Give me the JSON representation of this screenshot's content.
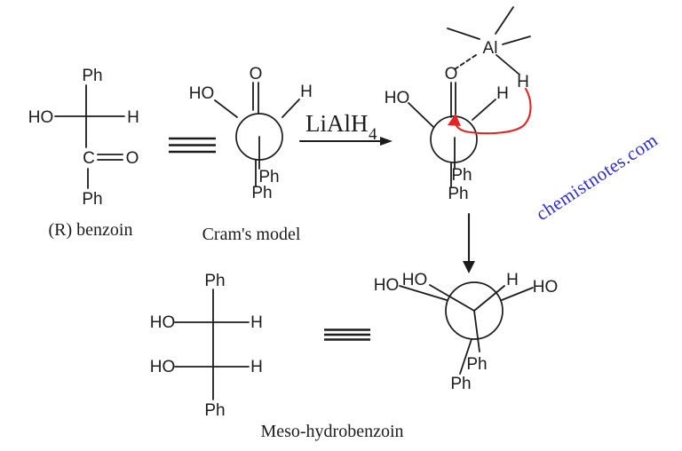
{
  "colors": {
    "ink": "#1c1c1c",
    "red_arrow": "#e32424",
    "watermark": "#2b2bd8",
    "background": "#ffffff"
  },
  "benzoin": {
    "ph_top": "Ph",
    "ho": "HO",
    "h": "H",
    "c": "C",
    "o": "O",
    "ph_bottom": "Ph",
    "caption": "(R) benzoin"
  },
  "cram": {
    "o": "O",
    "ho": "HO",
    "h": "H",
    "ph_front": "Ph",
    "ph_back": "Ph",
    "caption": "Cram's model"
  },
  "reagent": {
    "formula": "LiAlH",
    "subscript": "4"
  },
  "complex": {
    "al": "Al",
    "o": "O",
    "ho": "HO",
    "h_front": "H",
    "h_hydride": "H",
    "ph_front": "Ph",
    "ph_back": "Ph"
  },
  "product": {
    "ho_back_left": "HO",
    "ho_front": "HO",
    "h_front": "H",
    "ho_back_right": "HO",
    "ph_front": "Ph",
    "ph_back": "Ph"
  },
  "meso": {
    "ph_top": "Ph",
    "ho_upper": "HO",
    "h_upper": "H",
    "ho_lower": "HO",
    "h_lower": "H",
    "ph_bottom": "Ph",
    "caption": "Meso-hydrobenzoin"
  },
  "watermark": {
    "text": "chemistnotes.com"
  }
}
